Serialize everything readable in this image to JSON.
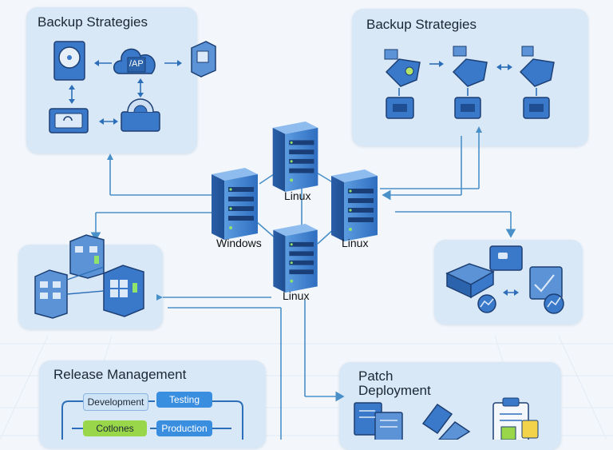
{
  "panels": {
    "backup_left": {
      "title": "Backup Strategies"
    },
    "backup_right": {
      "title": "Backup Strategies"
    },
    "release": {
      "title": "Release Management"
    },
    "patch": {
      "title": "Patch Deployment"
    }
  },
  "servers": [
    {
      "label": "Linux"
    },
    {
      "label": "Windows"
    },
    {
      "label": "Linux"
    },
    {
      "label": "Linux"
    }
  ],
  "icons": {
    "backup_left_badge": "/AP"
  },
  "release_stages": [
    {
      "label": "Development"
    },
    {
      "label": "Testing"
    },
    {
      "label": "Cotlones"
    },
    {
      "label": "Production"
    }
  ],
  "colors": {
    "panel": "#d9e8f6",
    "connector": "#4a90c8",
    "server": "#3f7fcf",
    "accent_green": "#9ad64a"
  }
}
